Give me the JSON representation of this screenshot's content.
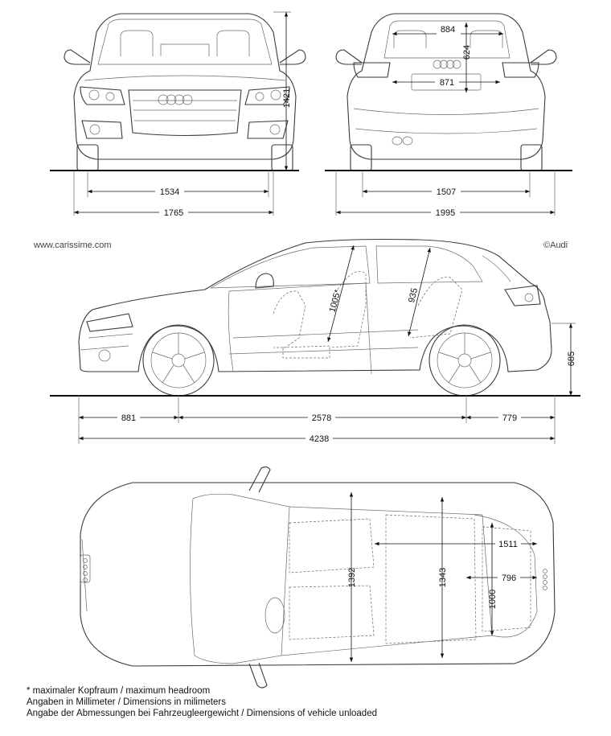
{
  "watermark": "www.carissime.com",
  "copyright": "©Audi",
  "dimensions": {
    "front_track": "1534",
    "front_width": "1765",
    "height": "1421",
    "rear_window_width": "884",
    "rear_window_height": "624",
    "rear_plate_width": "871",
    "rear_track": "1507",
    "width_with_mirrors": "1995",
    "headroom_front": "1005*",
    "headroom_rear": "935",
    "loading_height": "685",
    "front_overhang": "881",
    "wheelbase": "2578",
    "rear_overhang": "779",
    "length": "4238",
    "elbow_width_front": "1392",
    "elbow_width_rear": "1343",
    "trunk_width": "1511",
    "trunk_length": "796",
    "trunk_width_between_arches": "1000"
  },
  "notes": [
    "* maximaler Kopfraum / maximum headroom",
    "Angaben in Millimeter / Dimensions in milimeters",
    "Angabe der Abmessungen bei Fahrzeugleergewicht / Dimensions of vehicle unloaded"
  ]
}
